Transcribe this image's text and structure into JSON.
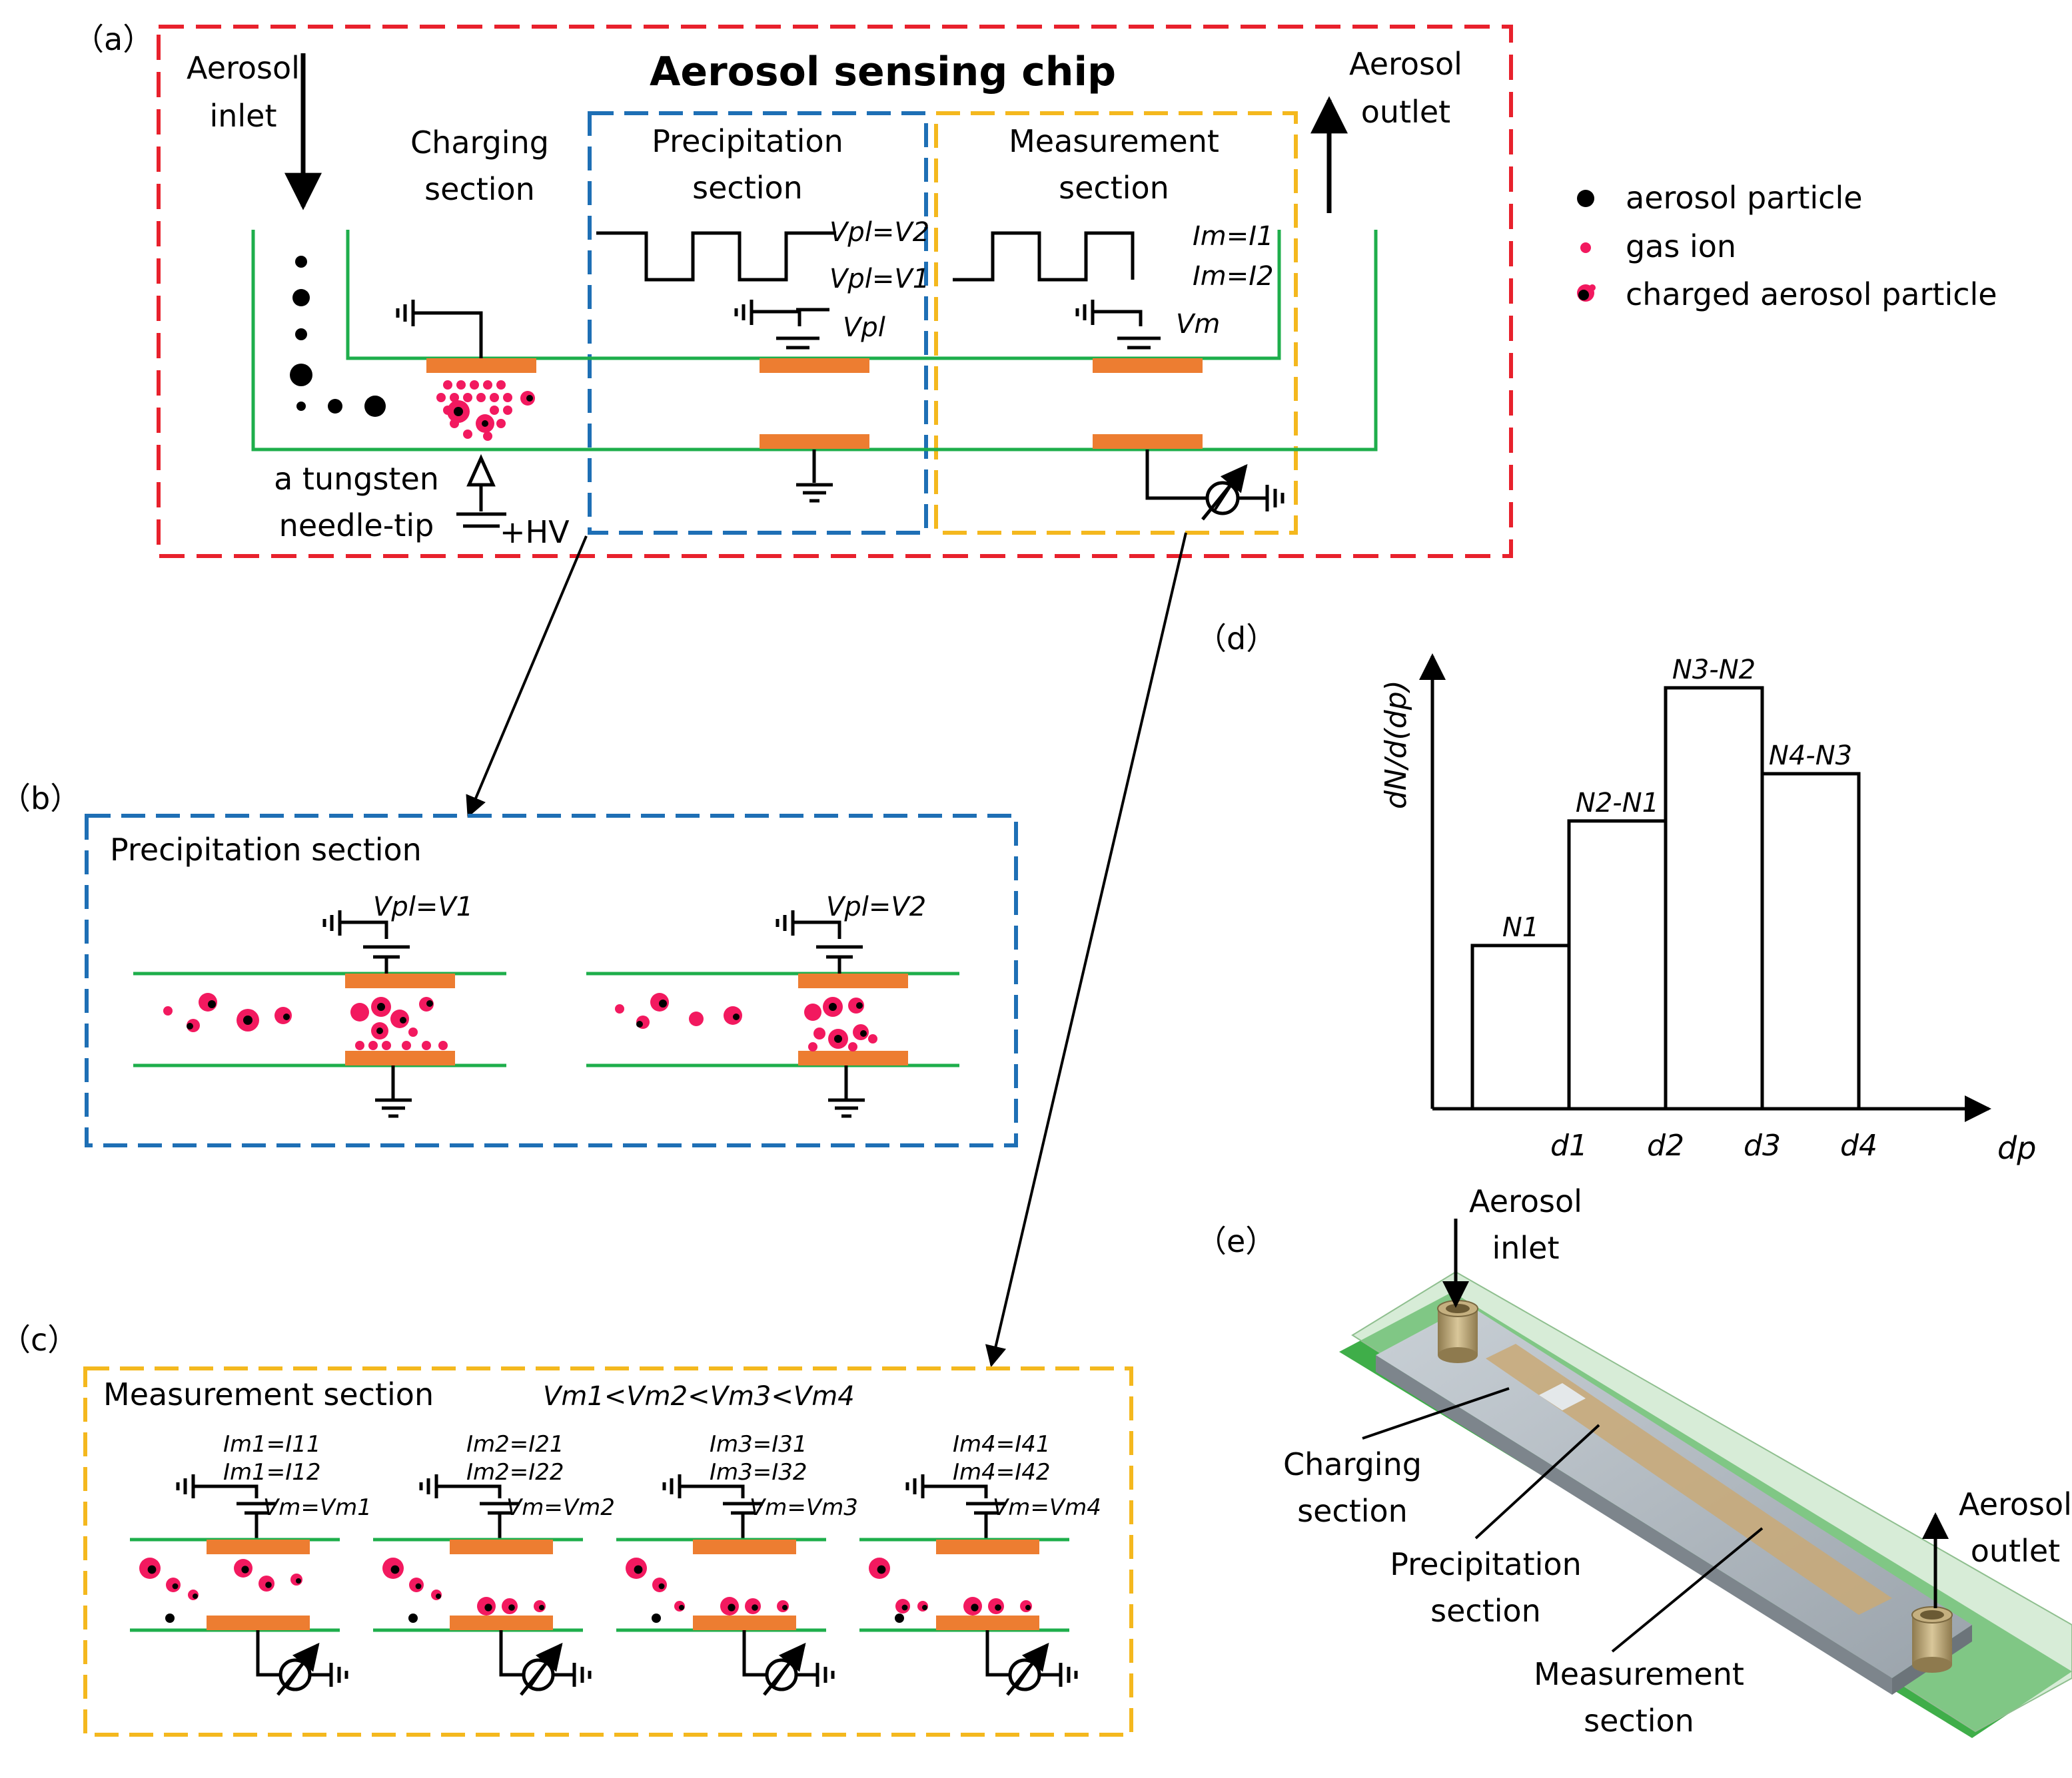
{
  "panels": {
    "a": {
      "tag": "（a）",
      "title": "Aerosol sensing chip",
      "inlet": [
        "Aerosol",
        "inlet"
      ],
      "outlet": [
        "Aerosol",
        "outlet"
      ],
      "charging": [
        "Charging",
        "section"
      ],
      "precipitation": [
        "Precipitation",
        "section"
      ],
      "measurement": [
        "Measurement",
        "section"
      ],
      "needle": [
        "a tungsten",
        "needle-tip"
      ],
      "hv": "+HV",
      "vpl_v2": "Vpl=V2",
      "vpl_v1": "Vpl=V1",
      "vpl": "Vpl",
      "im_i1": "Im=I1",
      "im_i2": "Im=I2",
      "vm": "Vm"
    },
    "legend": {
      "aerosol": "aerosol particle",
      "gas_ion": "gas ion",
      "charged": "charged aerosol particle"
    },
    "b": {
      "tag": "（b）",
      "title": "Precipitation section",
      "left_label": "Vpl=V1",
      "right_label": "Vpl=V2"
    },
    "c": {
      "tag": "（c）",
      "title": "Measurement section",
      "inequality": "Vm1<Vm2<Vm3<Vm4",
      "cells": [
        {
          "line1": "Im1=I11",
          "line2": "Im1=I12",
          "vm": "Vm=Vm1"
        },
        {
          "line1": "Im2=I21",
          "line2": "Im2=I22",
          "vm": "Vm=Vm2"
        },
        {
          "line1": "Im3=I31",
          "line2": "Im3=I32",
          "vm": "Vm=Vm3"
        },
        {
          "line1": "Im4=I41",
          "line2": "Im4=I42",
          "vm": "Vm=Vm4"
        }
      ]
    },
    "d": {
      "tag": "（d）",
      "ylabel": "dN/d(dp)",
      "xlabel": "dp",
      "ticks": [
        "d1",
        "d2",
        "d3",
        "d4"
      ],
      "bar_labels": [
        "N1",
        "N2-N1",
        "N3-N2",
        "N4-N3"
      ],
      "bar_levels": [
        0.38,
        0.67,
        0.98,
        0.78
      ]
    },
    "e": {
      "tag": "（e）",
      "inlet": [
        "Aerosol",
        "inlet"
      ],
      "outlet": [
        "Aerosol",
        "outlet"
      ],
      "charging": [
        "Charging",
        "section"
      ],
      "precipitation": [
        "Precipitation",
        "section"
      ],
      "measurement": [
        "Measurement",
        "section"
      ]
    }
  },
  "colors": {
    "red": "#e8212c",
    "blue": "#1e6fb5",
    "yellow": "#f4b81e",
    "green": "#1eae4b",
    "orange": "#ed7d31",
    "pink": "#f2195f",
    "black": "#000000"
  }
}
